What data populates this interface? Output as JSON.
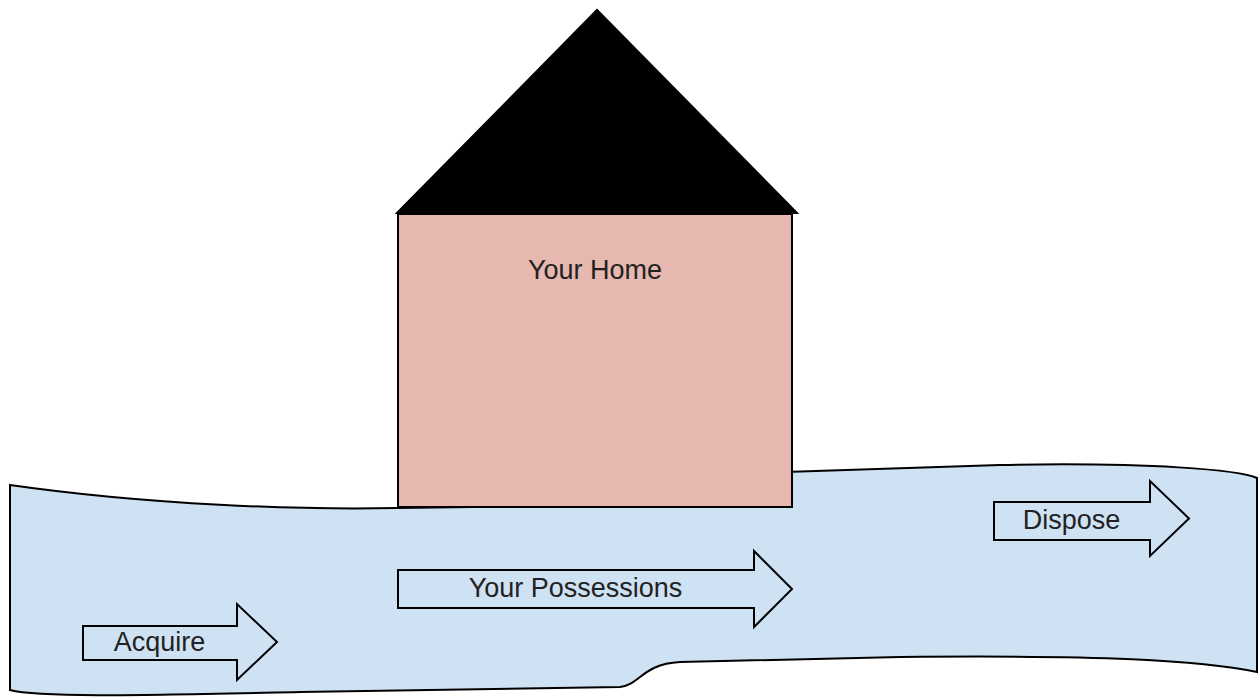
{
  "diagram": {
    "nodes": [
      {
        "text": [
          "Your Home"
        ]
      },
      {
        "text": [
          "Acquire"
        ]
      },
      {
        "text": [
          "Your Possessions"
        ]
      },
      {
        "text": [
          "Dispose"
        ]
      }
    ]
  }
}
